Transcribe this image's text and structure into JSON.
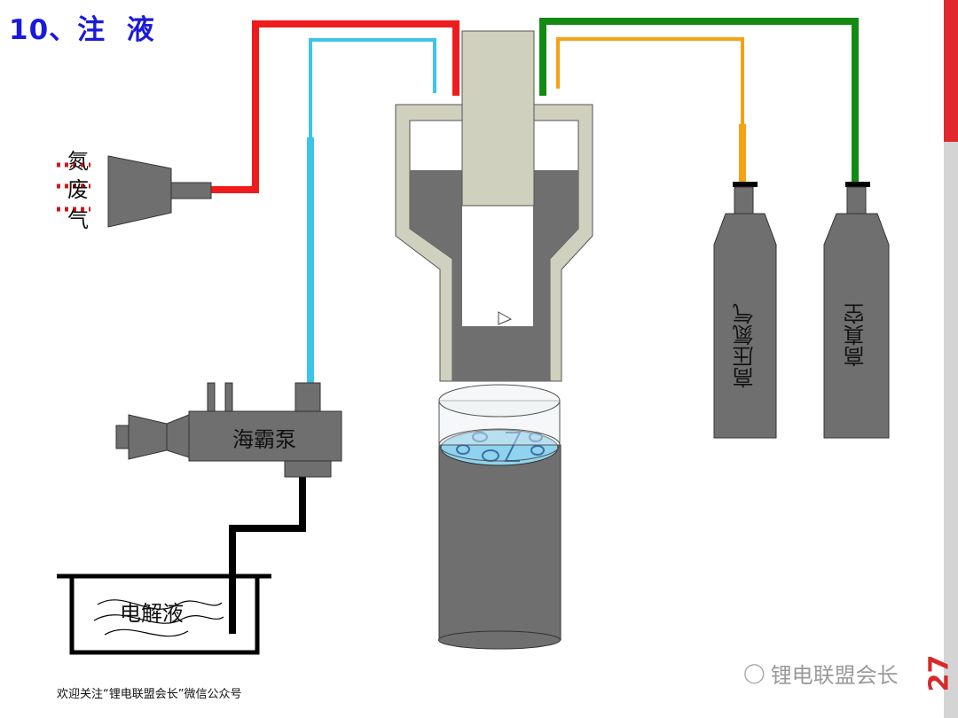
{
  "title": "10、注  液",
  "labels": {
    "exhaust": [
      "氮",
      "废",
      "气"
    ],
    "pump": "海霸泵",
    "electrolyte": "电解液",
    "nitrogen_tank": "高压氮气",
    "vacuum_tank": "高真空"
  },
  "footer": "欢迎关注“锂电联盟会长”微信公众号",
  "watermark": "锂电联盟会长",
  "page_number": "27",
  "colors": {
    "exhaust_line": "#ee1c1c",
    "pump_line": "#3dc4ea",
    "nitrogen_line": "#f5a214",
    "vacuum_line": "#138a13",
    "drain_line": "#000000",
    "equipment_grey": "#6f6f6f",
    "funnel_frame": "#cfd0bd",
    "cell_liquid": "#8fd3ee",
    "title_blue": "#1a1adc"
  },
  "icons": [
    "wechat-icon"
  ]
}
